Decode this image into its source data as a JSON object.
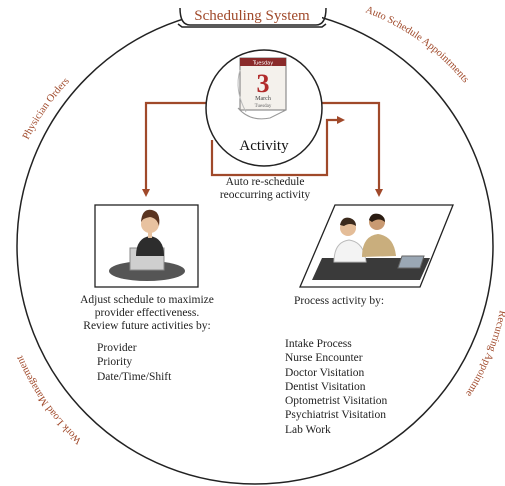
{
  "title": "Scheduling System",
  "ring_labels": {
    "physician_orders": "Physician Orders",
    "auto_schedule": "Auto Schedule Appointments",
    "recurring": "Recurring Appointments",
    "workload": "Work Load Management"
  },
  "center": {
    "label": "Activity",
    "calendar_day": "3",
    "calendar_month": "March",
    "calendar_weekday": "Tuesday"
  },
  "loop_caption": [
    "Auto re-schedule",
    "reoccurring activity"
  ],
  "left": {
    "intro": [
      "Adjust schedule to maximize",
      "provider effectiveness.",
      "Review future activities by:"
    ],
    "items": [
      "Provider",
      "Priority",
      "Date/Time/Shift"
    ]
  },
  "right": {
    "intro": "Process activity by:",
    "items": [
      "Intake Process",
      "Nurse Encounter",
      "Doctor Visitation",
      "Dentist Visitation",
      "Optometrist Visitation",
      "Psychiatrist Visitation",
      "Lab Work"
    ]
  },
  "colors": {
    "accent": "#a0492a",
    "ring": "#222222"
  }
}
